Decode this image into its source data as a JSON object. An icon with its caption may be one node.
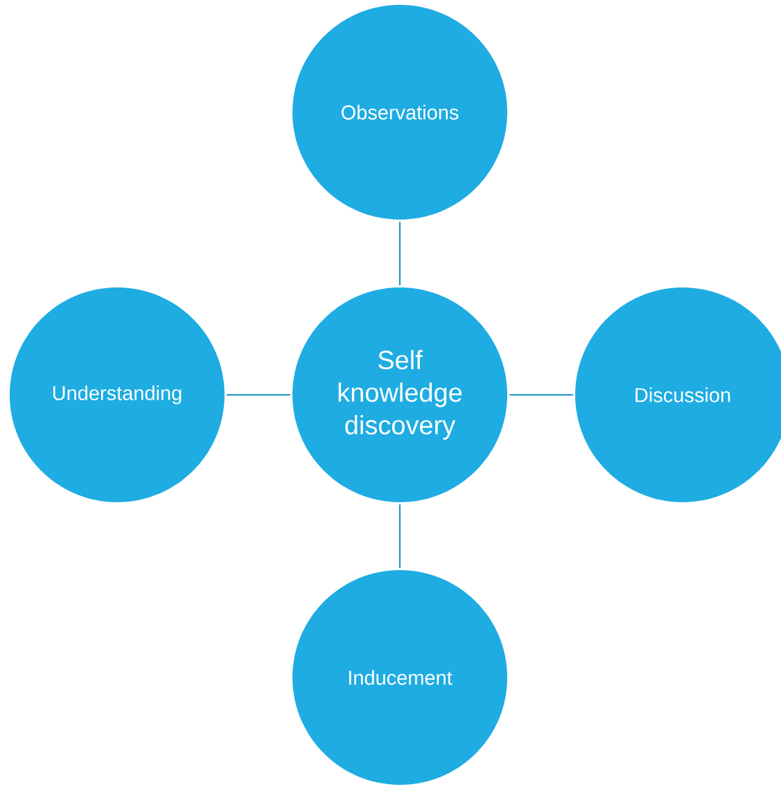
{
  "diagram": {
    "nodes": [
      {
        "text": [
          "Observations"
        ]
      },
      {
        "text": [
          "Understanding"
        ]
      },
      {
        "text": [
          "Self knowledge discovery"
        ]
      },
      {
        "text": [
          "Discussion"
        ]
      },
      {
        "text": [
          "Inducement"
        ]
      }
    ],
    "edges": [
      {
        "from": 2,
        "to": 0,
        "arrow": "none"
      },
      {
        "from": 2,
        "to": 1,
        "arrow": "none"
      },
      {
        "from": 2,
        "to": 3,
        "arrow": "none"
      },
      {
        "from": 2,
        "to": 4,
        "arrow": "none"
      }
    ]
  }
}
